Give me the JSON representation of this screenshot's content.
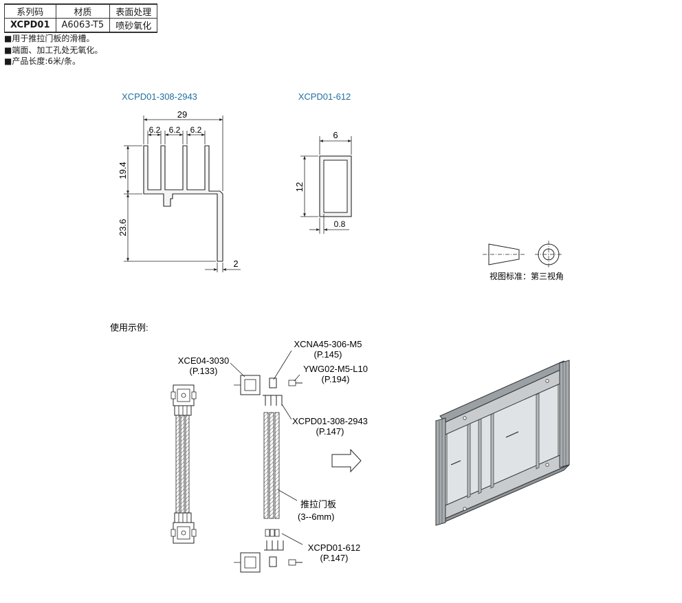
{
  "table": {
    "headers": [
      "系列码",
      "材质",
      "表面处理"
    ],
    "row": [
      "XCPD01",
      "A6063-T5",
      "喷砂氧化"
    ]
  },
  "notes": [
    "■用于推拉门板的滑槽。",
    "■端面、加工孔处无氧化。",
    "■产品长度:6米/条。"
  ],
  "profile_a": {
    "title": "XCPD01-308-2943",
    "dim_width": "29",
    "dim_slots": [
      "6.2",
      "6.2",
      "6.2"
    ],
    "dim_upper": "19.4",
    "dim_lower": "23.6",
    "dim_thickness": "2"
  },
  "profile_b": {
    "title": "XCPD01-612",
    "dim_width": "6",
    "dim_height": "12",
    "dim_wall": "0.8"
  },
  "projection": {
    "label": "视图标准：第三视角"
  },
  "example": {
    "heading": "使用示例:",
    "callouts": {
      "xce": [
        "XCE04-3030",
        "(P.133)"
      ],
      "xcna": [
        "XCNA45-306-M5",
        "(P.145)"
      ],
      "ywg": [
        "YWG02-M5-L10",
        "(P.194)"
      ],
      "xcpd_a": [
        "XCPD01-308-2943",
        "(P.147)"
      ],
      "panel": [
        "推拉门板",
        "(3--6mm)"
      ],
      "xcpd_b": [
        "XCPD01-612",
        "(P.147)"
      ]
    }
  },
  "colors": {
    "title_blue": "#1f6e9e",
    "line": "#222222",
    "glass": "#d9dde0"
  }
}
